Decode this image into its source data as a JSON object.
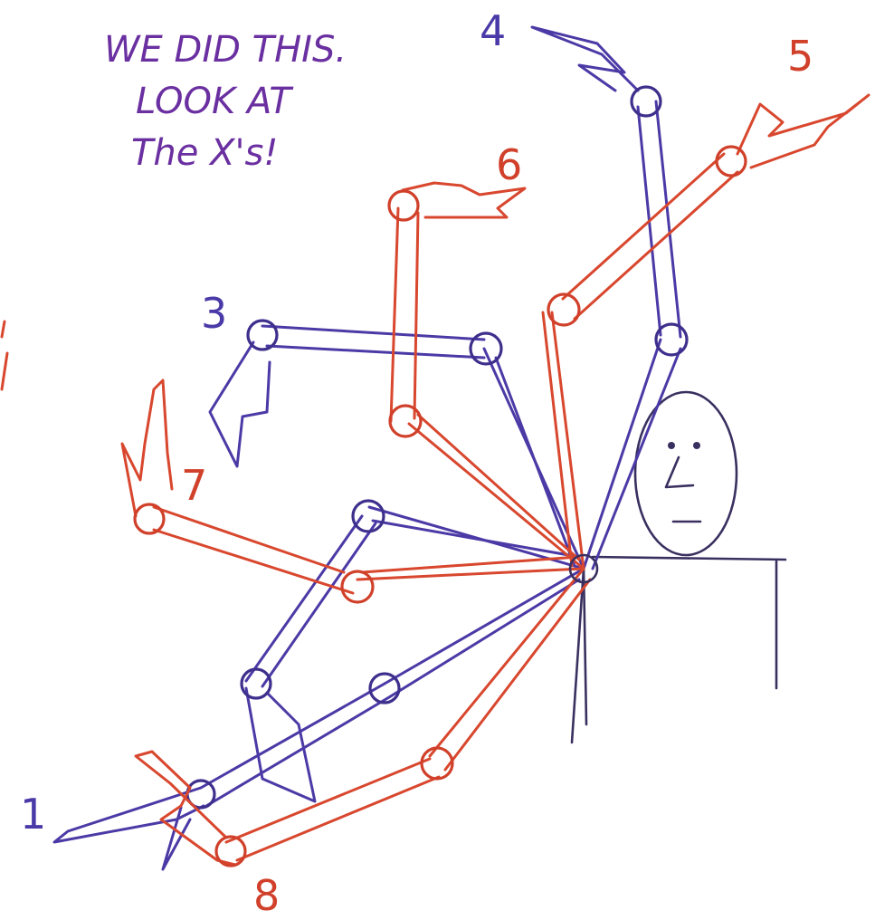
{
  "note": {
    "line1": "WE DID THIS.",
    "line2": "LOOK AT",
    "line3": "The X's!"
  },
  "pose_numbers": {
    "n1": "1",
    "n3": "3",
    "n4": "4",
    "n5": "5",
    "n6": "6",
    "n7": "7",
    "n8": "8"
  },
  "colors": {
    "blue_poses": "#4b3aa6",
    "red_poses": "#d8472e",
    "figure_ink": "#3a3060"
  }
}
